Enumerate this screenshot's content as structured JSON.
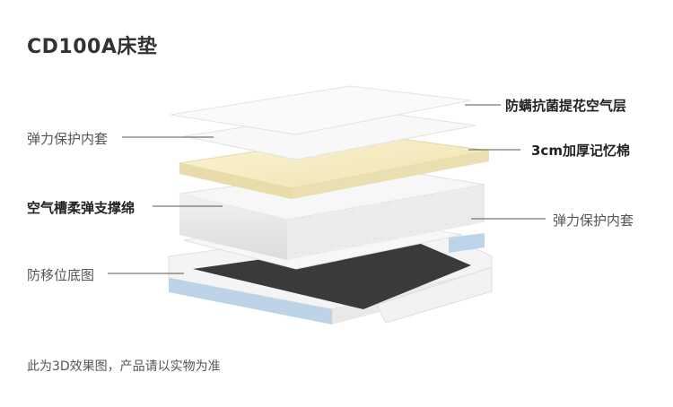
{
  "title": "CD100A床垫",
  "layers": {
    "top_fabric": "防螨抗菌提花空气层",
    "memory_foam": "3cm加厚记忆棉",
    "inner_cover_right": "弹力保护内套",
    "inner_cover_left": "弹力保护内套",
    "support_core": "空气槽柔弹支撑绵",
    "anti_slip_base": "防移位底图"
  },
  "footnote": "此为3D效果图，产品请以实物为准"
}
